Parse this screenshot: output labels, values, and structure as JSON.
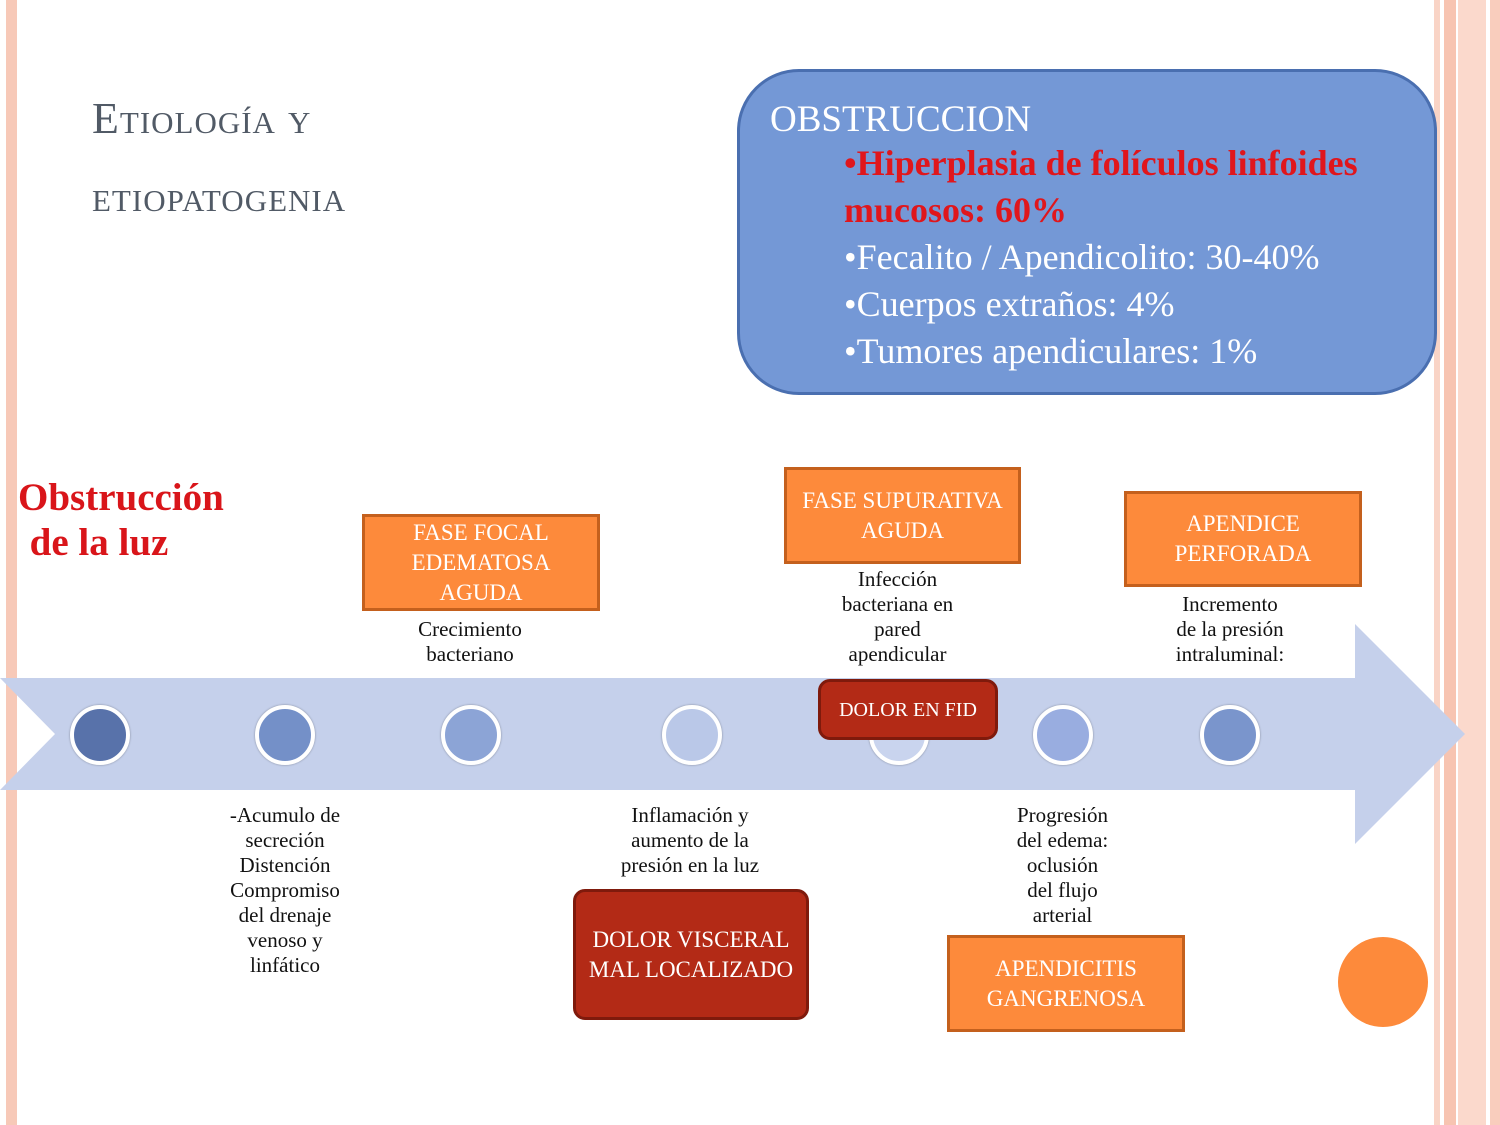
{
  "title_part1": "Etiología y",
  "title_part2": "etiopatogenia",
  "obstruction_box": {
    "heading": "OBSTRUCCION",
    "highlight": "•Hiperplasia de folículos linfoides mucosos: 60%",
    "items": [
      "•Fecalito / Apendicolito: 30-40%",
      "•Cuerpos extraños: 4%",
      "•Tumores apendiculares: 1%"
    ]
  },
  "side_label": "Obstrucción de la luz",
  "stages": [
    {
      "label": "FASE FOCAL EDEMATOSA AGUDA",
      "desc": "Crecimiento\nbacteriano"
    },
    {
      "label": "FASE SUPURATIVA AGUDA",
      "desc": "Infección\nbacteriana en\npared\napendicular"
    },
    {
      "label": "APENDICE PERFORADA",
      "desc": "Incremento\nde la presión\nintraluminal:"
    },
    {
      "label": "APENDICITIS GANGRENOSA"
    }
  ],
  "lower_descs": [
    "-Acumulo de\nsecreción\nDistención\nCompromiso\ndel drenaje\nvenoso y\nlinfático",
    "Inflamación y\naumento de la\npresión en la luz",
    "Progresión\ndel edema:\noclusión\ndel flujo\narterial"
  ],
  "pain_boxes": [
    {
      "label": "DOLOR VISCERAL MAL LOCALIZADO"
    },
    {
      "label": "DOLOR EN FID"
    }
  ],
  "colors": {
    "arrow": "#c5d0eb",
    "orange": "#fd8a3b",
    "dark_red": "#b32a16",
    "blue_box": "#7498d6",
    "title_red": "#d9151a"
  }
}
